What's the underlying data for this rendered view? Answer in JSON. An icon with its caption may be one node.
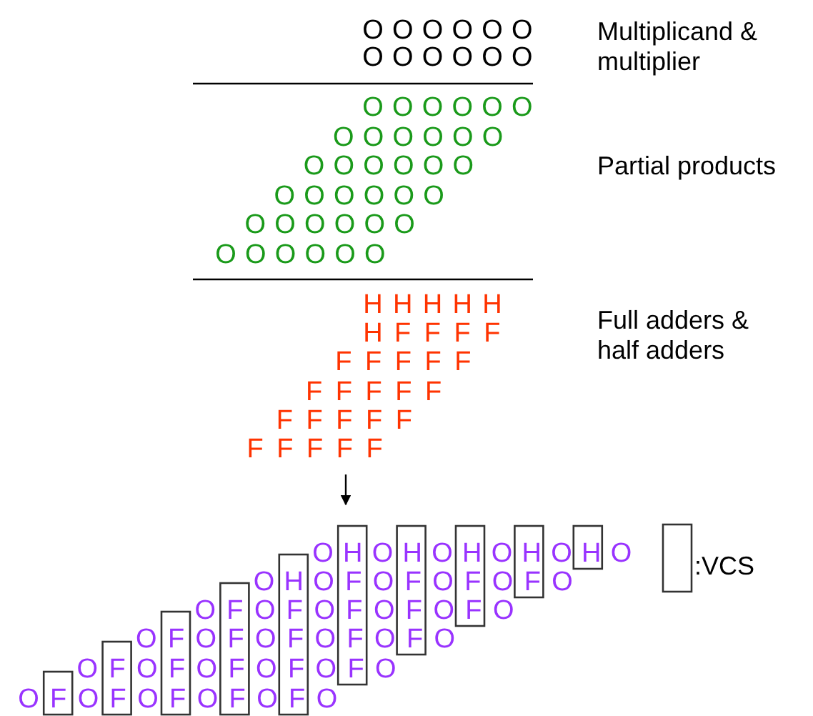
{
  "diagram": {
    "nodes": [
      {
        "text": [],
        "shape": "box"
      },
      {
        "text": [],
        "shape": "box"
      },
      {
        "text": [],
        "shape": "box"
      },
      {
        "text": [],
        "shape": "box"
      },
      {
        "text": [],
        "shape": "box"
      },
      {
        "text": [],
        "shape": "box"
      },
      {
        "text": [],
        "shape": "box"
      },
      {
        "text": [],
        "shape": "box"
      },
      {
        "text": [],
        "shape": "box"
      },
      {
        "text": [],
        "shape": "box"
      }
    ],
    "labels": [
      "O O O O O O",
      "O O O O O O",
      "Multiplicand & multiplier",
      "O O O O O O",
      "O O O O O O",
      "O O O O O O",
      "O O O O O O",
      "O O O O O O",
      "O O O O O O",
      "Partial products",
      "H H H H H",
      "H F F F F",
      "F F F F F",
      "F F F F F",
      "F F F F F",
      "F F F F F",
      "Full adders & half adders",
      "O H O H O H O H O H O",
      "O H O F O F O F O F O",
      "O F O F O F O F O F O",
      "O F O F O F O F O F O",
      "O F O F O F O F O F O",
      "O F O F O F O F O F O"
    ],
    "legend": [
      {
        "text": ":VCS"
      }
    ]
  }
}
